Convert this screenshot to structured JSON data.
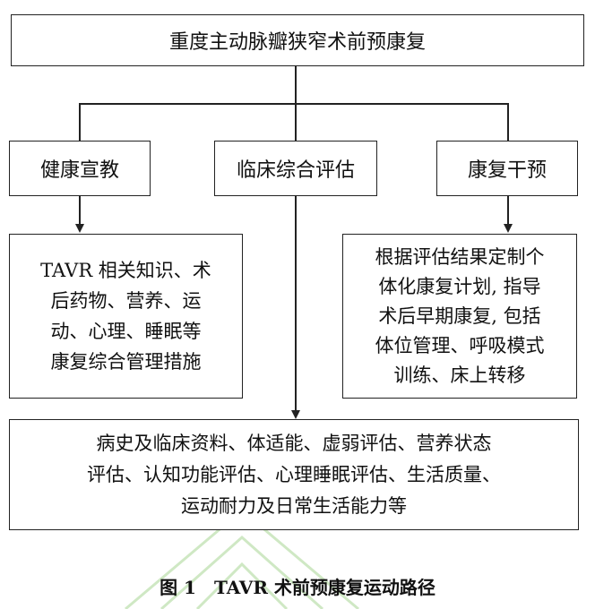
{
  "diagram": {
    "title": "重度主动脉瓣狭窄术前预康复",
    "branches": [
      {
        "label": "健康宣教"
      },
      {
        "label": "临床综合评估"
      },
      {
        "label": "康复干预"
      }
    ],
    "left_detail": "TAVR 相关知识、术\n后药物、营养、运\n动、心理、睡眠等\n康复综合管理措施",
    "right_detail": "根据评估结果定制个\n体化康复计划, 指导\n术后早期康复, 包括\n体位管理、呼吸模式\n训练、床上转移",
    "bottom_detail": "病史及临床资料、体适能、虚弱评估、营养状态\n评估、认知功能评估、心理睡眠评估、生活质量、\n运动耐力及日常生活能力等"
  },
  "caption": "图 1　TAVR 术前预康复运动路径",
  "colors": {
    "line": "#222222",
    "watermark": "#cfe8c4"
  }
}
